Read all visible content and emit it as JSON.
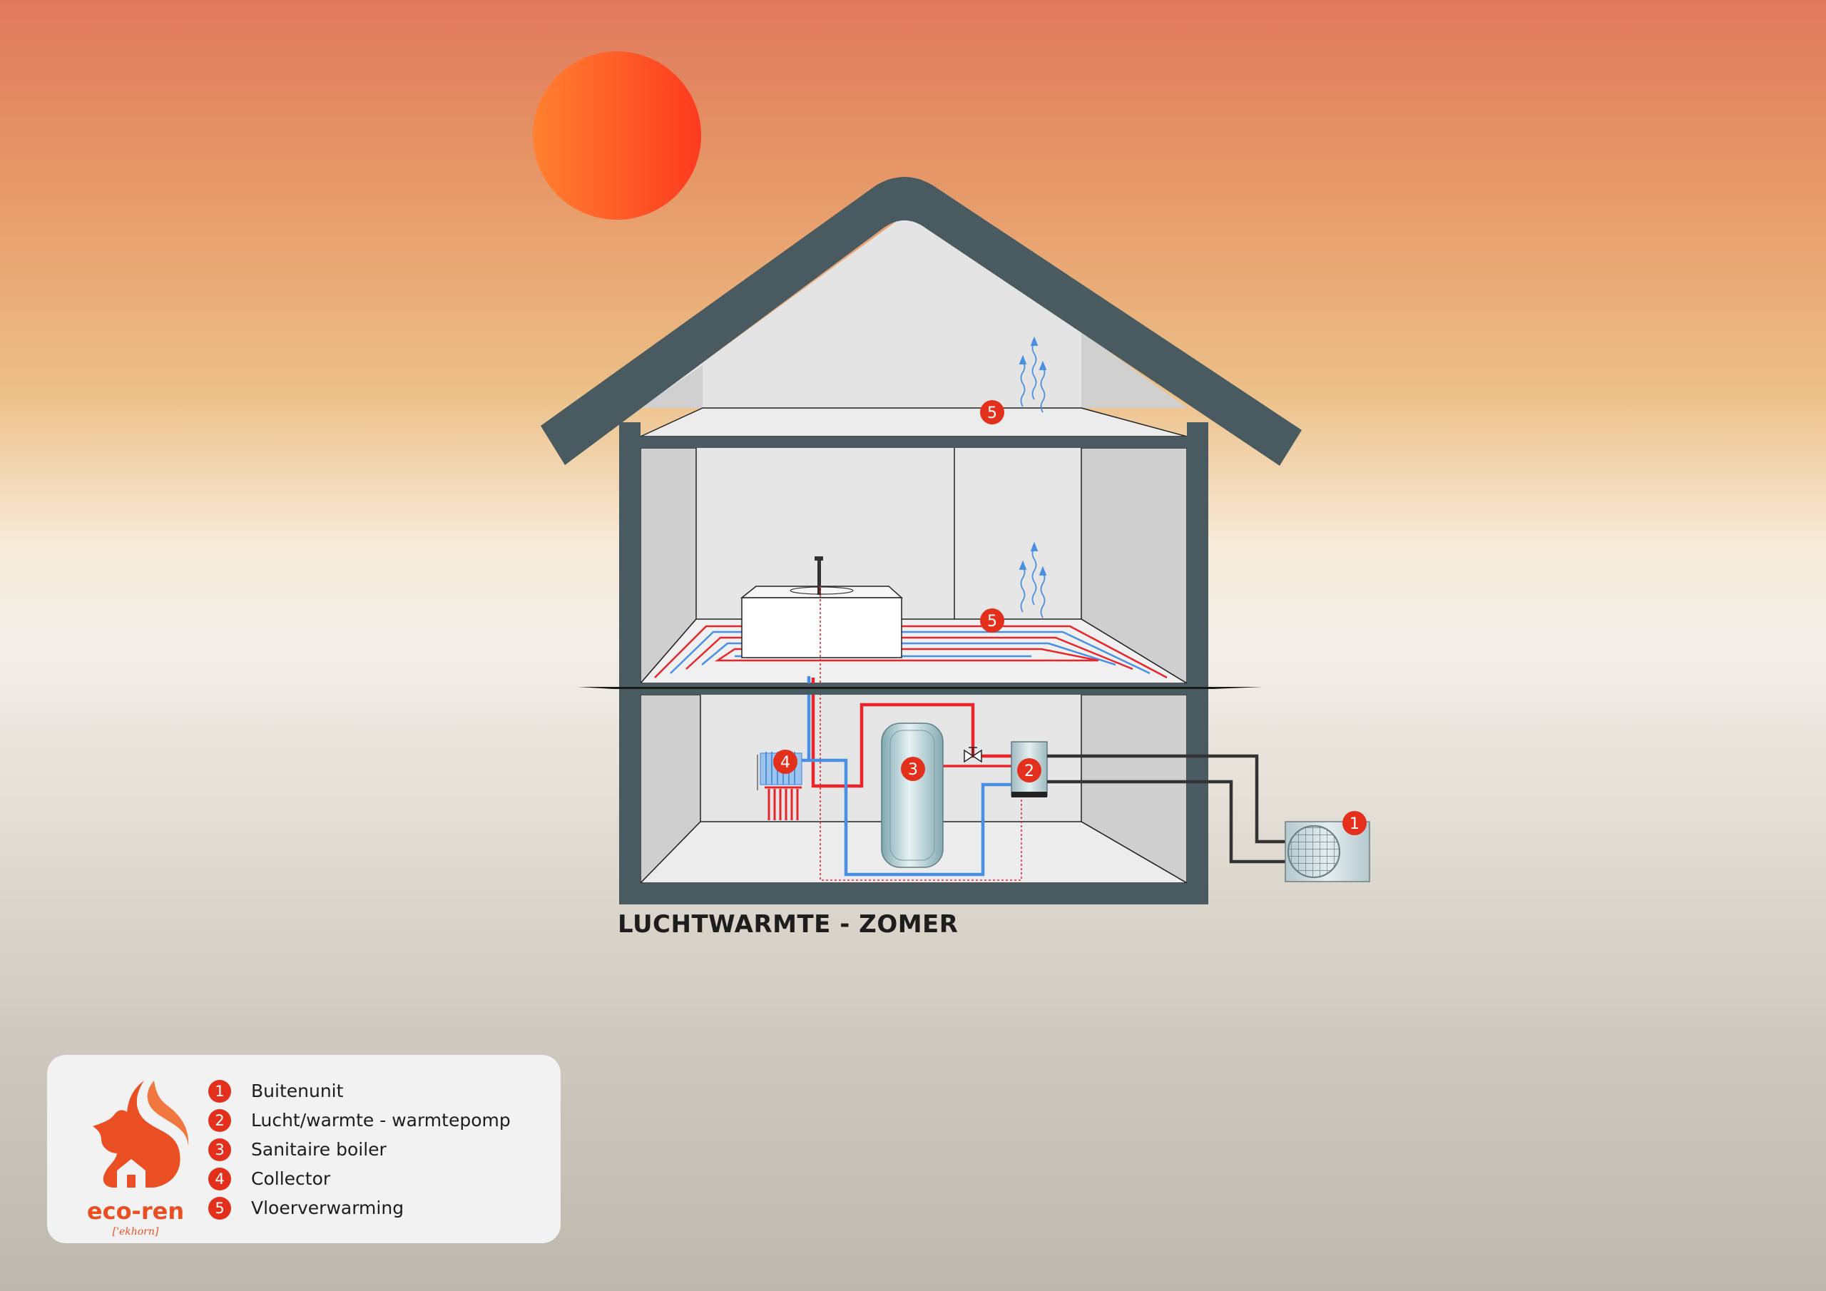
{
  "diagram": {
    "caption": "LUCHTWARMTE - ZOMER",
    "marker_color": "#e3301c",
    "supply_color": "#e8262a",
    "return_color": "#4a90e2",
    "wall_color": "#4a5a61",
    "markers": [
      {
        "id": "1",
        "target": "Buitenunit"
      },
      {
        "id": "2",
        "target": "Lucht/warmte - warmtepomp"
      },
      {
        "id": "3",
        "target": "Sanitaire boiler"
      },
      {
        "id": "4",
        "target": "Collector"
      },
      {
        "id": "5",
        "target": "Vloerverwarming (upper floor)"
      },
      {
        "id": "5",
        "target": "Vloerverwarming (middle floor)"
      }
    ]
  },
  "legend": {
    "brand": "eco-ren",
    "brand_sub": "['ekhorn]",
    "logo_icon": "squirrel-icon",
    "brand_color": "#ea4f23",
    "items": [
      {
        "num": "1",
        "label": "Buitenunit"
      },
      {
        "num": "2",
        "label": "Lucht/warmte - warmtepomp"
      },
      {
        "num": "3",
        "label": "Sanitaire boiler"
      },
      {
        "num": "4",
        "label": "Collector"
      },
      {
        "num": "5",
        "label": "Vloerverwarming"
      }
    ]
  }
}
